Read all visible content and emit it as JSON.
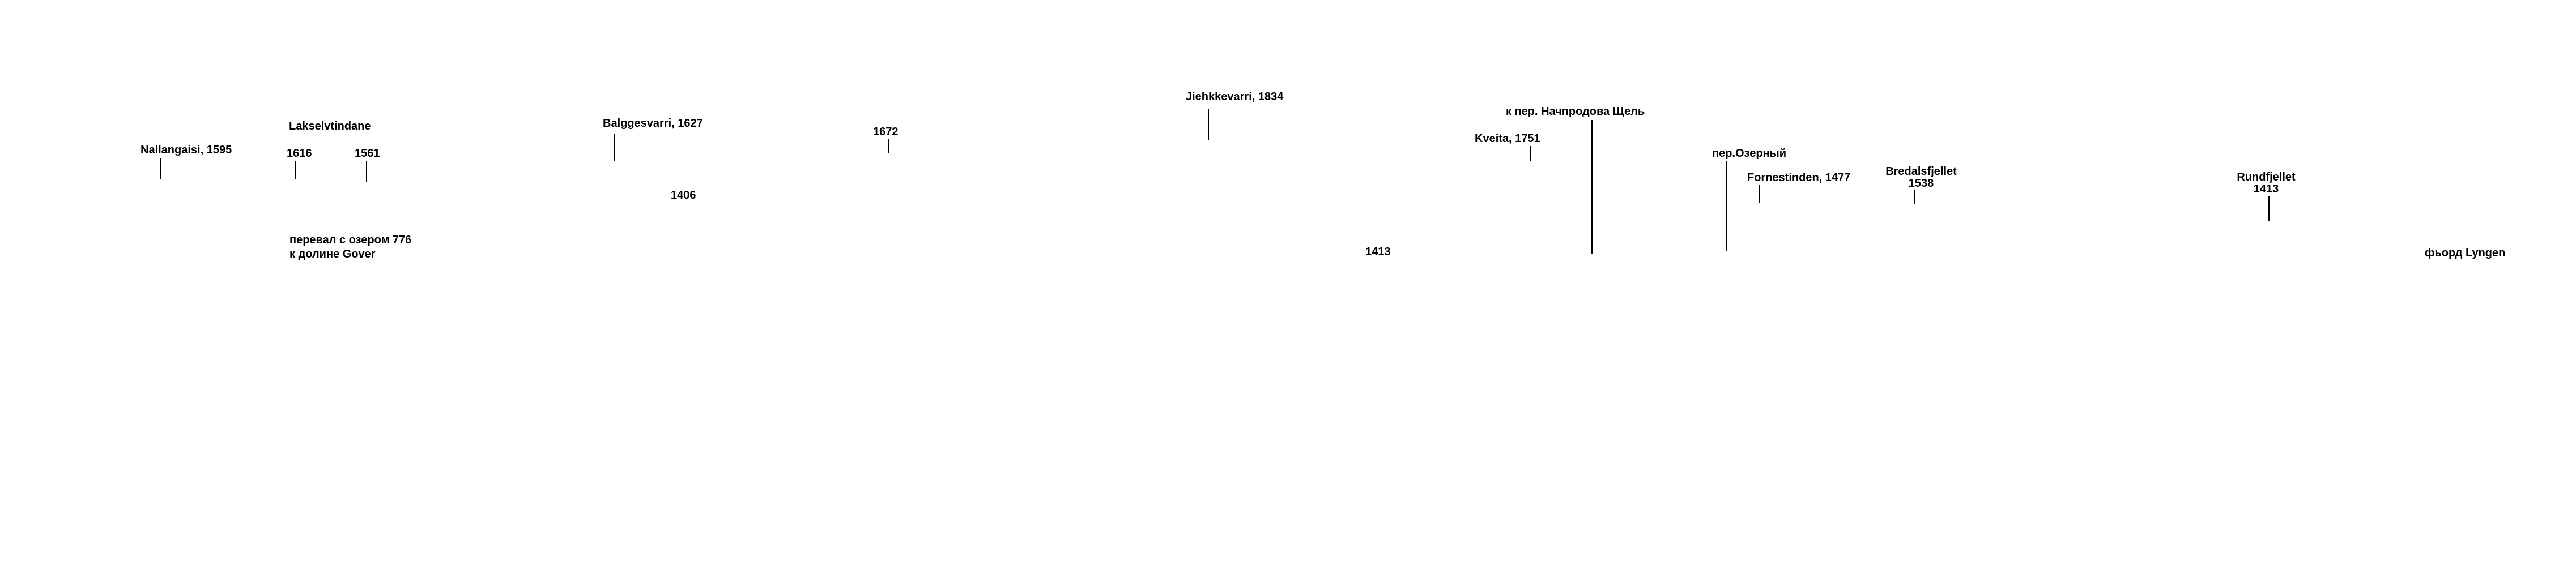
{
  "colors": {
    "background": "#ffffff",
    "text": "#000000",
    "tick": "#000000"
  },
  "labels": {
    "nallangaisi": "Nallangaisi, 1595",
    "lakselvtindane": "Lakselvtindane",
    "peak_1616": "1616",
    "peak_1561": "1561",
    "pass_lake": "перевал с озером 776",
    "valley_gover": "к долине Gover",
    "balggesvarri": "Balggesvarri, 1627",
    "peak_1406": "1406",
    "peak_1672": "1672",
    "jiehkkevarri": "Jiehkkevarri, 1834",
    "kveita": "Kveita, 1751",
    "nachprodova_pass": "к пер. Начпродова Щель",
    "peak_1413_low": "1413",
    "ozerny_pass": "пер.Озерный",
    "fornestinden": "Fornestinden, 1477",
    "bredalsfjellet": "Bredalsfjellet",
    "peak_1538": "1538",
    "rundfjellet": "Rundfjellet",
    "peak_1413_rund": "1413",
    "lyngen_fjord": "фьорд Lyngen"
  }
}
